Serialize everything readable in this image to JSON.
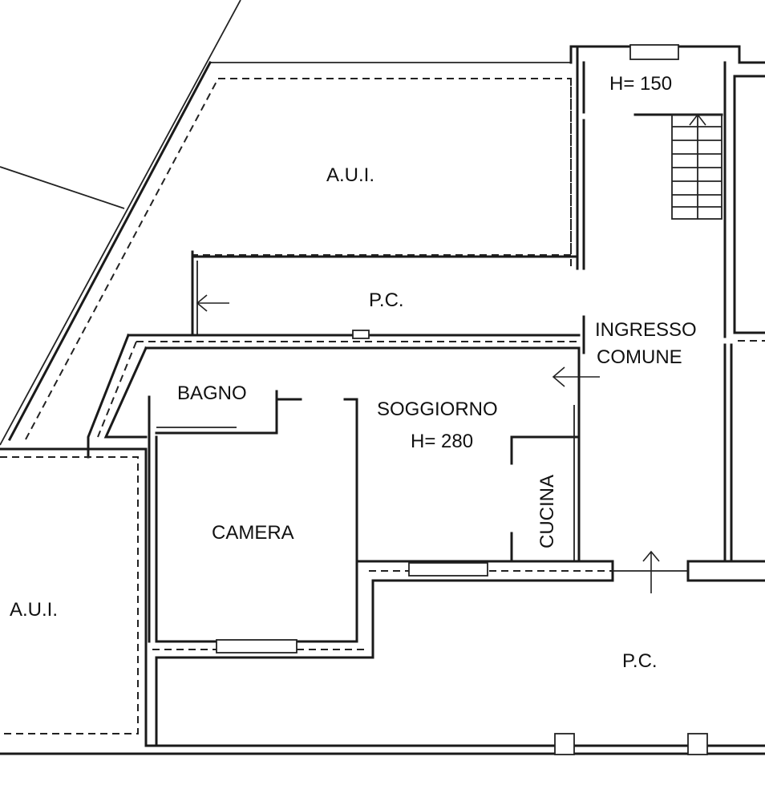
{
  "labels": {
    "aui_top": "A.U.I.",
    "hall_height": "H= 150",
    "pc_middle": "P.C.",
    "ingresso": "INGRESSO",
    "comune": "COMUNE",
    "bagno": "BAGNO",
    "soggiorno": "SOGGIORNO",
    "soggiorno_height": "H= 280",
    "cucina": "CUCINA",
    "camera": "CAMERA",
    "aui_left": "A.U.I.",
    "pc_bottom": "P.C."
  }
}
